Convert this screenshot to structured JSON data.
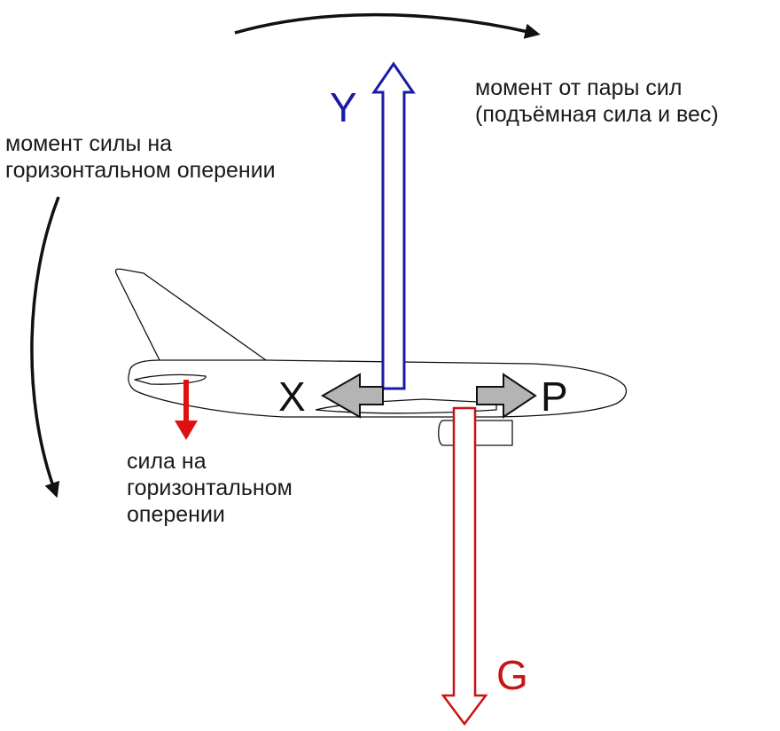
{
  "colors": {
    "lift": "#1a1aa6",
    "weight": "#c81414",
    "tail_force": "#e01010",
    "horizontal": "#b4b4b4",
    "outline": "#111111",
    "text": "#1a1a1a"
  },
  "forces": {
    "lift": "Y",
    "weight": "G",
    "drag": "X",
    "thrust": "P"
  },
  "labels": {
    "couple_moment": {
      "line1": "момент от пары сил",
      "line2": "(подъёмная сила и вес)"
    },
    "tail_moment": {
      "line1": "момент силы на",
      "line2": "горизонтальном оперении"
    },
    "tail_force": {
      "line1": "сила на",
      "line2": "горизонтальном",
      "line3": "оперении"
    }
  }
}
